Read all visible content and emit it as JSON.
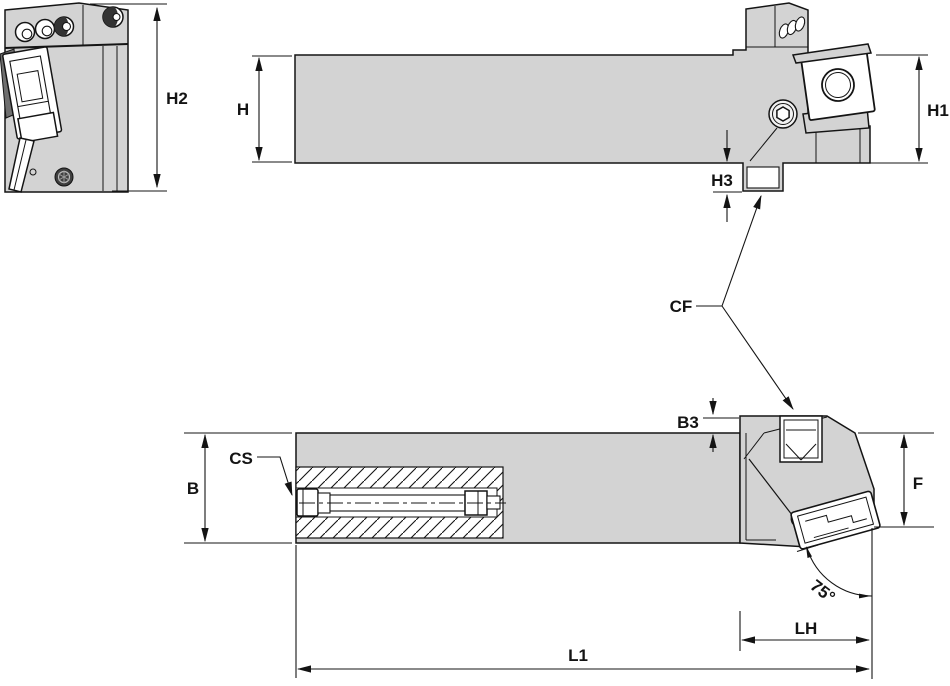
{
  "colors": {
    "line": "#141414",
    "body": "#d3d3d3",
    "background": "#ffffff",
    "hole_dark": "#3f3f3f"
  },
  "dimensions": {
    "end_view": {
      "h2": "H2"
    },
    "side_view": {
      "h": "H",
      "h1": "H1",
      "h3": "H3",
      "cf": "CF"
    },
    "plan_view": {
      "b": "B",
      "b3": "B3",
      "cs": "CS",
      "f": "F",
      "angle": "75°",
      "lh": "LH",
      "l1": "L1"
    }
  }
}
